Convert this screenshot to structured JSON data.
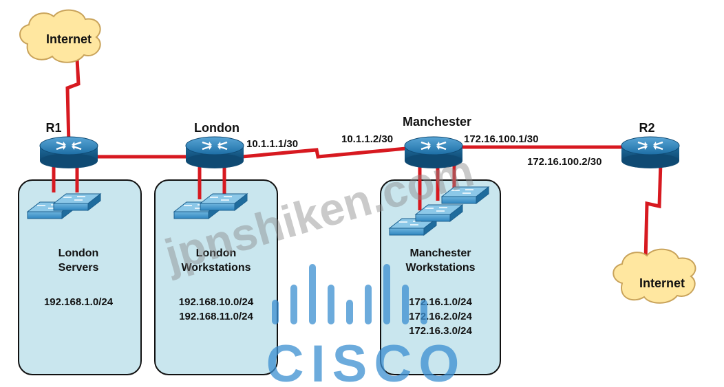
{
  "internet_top": {
    "label": "Internet"
  },
  "internet_bottom": {
    "label": "Internet"
  },
  "routers": {
    "r1": {
      "label": "R1"
    },
    "london": {
      "label": "London"
    },
    "manchester": {
      "label": "Manchester"
    },
    "r2": {
      "label": "R2"
    }
  },
  "links": {
    "london_serial_ip": "10.1.1.1/30",
    "manchester_serial_ip": "10.1.1.2/30",
    "manchester_r2_ip": "172.16.100.1/30",
    "r2_ip": "172.16.100.2/30"
  },
  "lans": {
    "london_servers": {
      "title_line1": "London",
      "title_line2": "Servers",
      "subnets": [
        "192.168.1.0/24"
      ]
    },
    "london_workstations": {
      "title_line1": "London",
      "title_line2": "Workstations",
      "subnets": [
        "192.168.10.0/24",
        "192.168.11.0/24"
      ]
    },
    "manchester_workstations": {
      "title_line1": "Manchester",
      "title_line2": "Workstations",
      "subnets": [
        "172.16.1.0/24",
        "172.16.2.0/24",
        "172.16.3.0/24"
      ]
    }
  },
  "watermark": {
    "text": "jpnshiken.com",
    "logo_text": "CISCO"
  },
  "colors": {
    "link": "#d71920",
    "lan_fill": "#c9e6ee",
    "router_blue": "#1d6fa6",
    "cloud": "#ffe7a0",
    "cisco_blue": "#3b8fd1"
  }
}
